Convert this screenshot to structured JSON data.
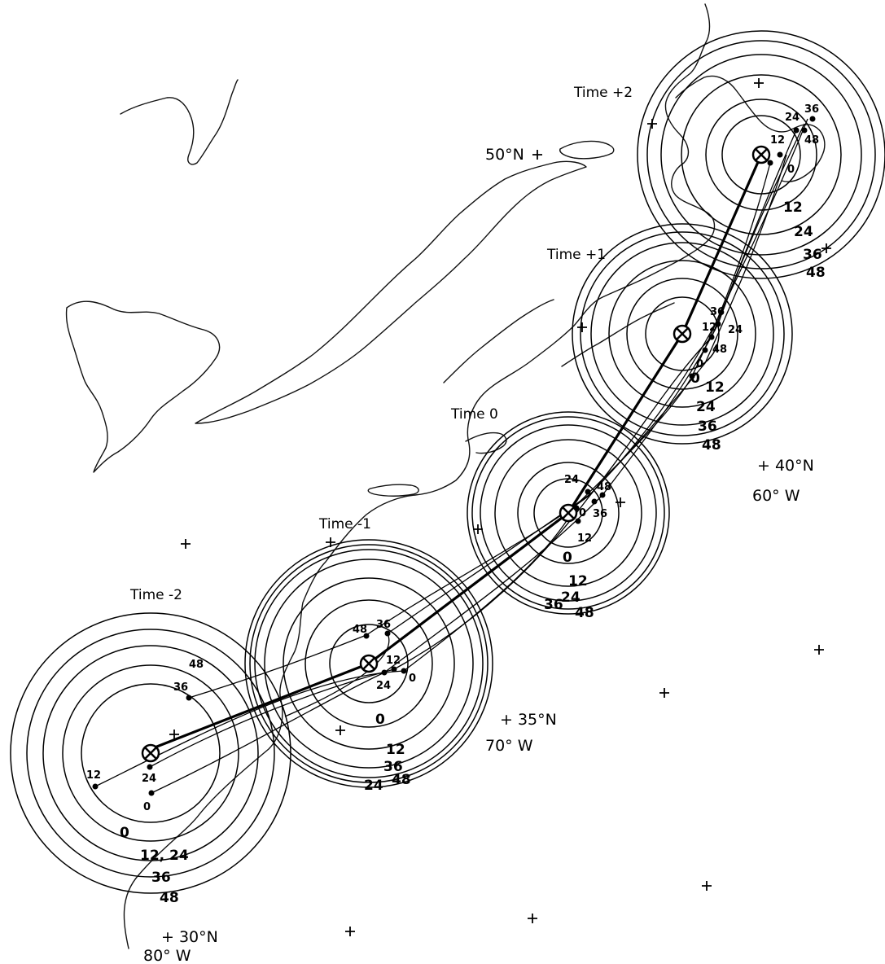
{
  "map": {
    "time_labels": [
      "Time +2",
      "Time +1",
      "Time  0",
      "Time  -1",
      "Time  -2"
    ],
    "grid_labels": [
      "50°N",
      "+ 40°N",
      "60° W",
      "+ 35°N",
      "70° W",
      "+ 30°N",
      "80° W"
    ],
    "ring_labels_time_p2": [
      "12",
      "24",
      "36",
      "48"
    ],
    "ring_labels_time_p1": [
      "0",
      "12",
      "24",
      "36",
      "48"
    ],
    "ring_labels_time_0": [
      "0",
      "12",
      "24",
      "36",
      "48"
    ],
    "ring_labels_time_m1": [
      "0",
      "12",
      "36",
      "24",
      "48"
    ],
    "ring_labels_time_m2": [
      "0",
      "12, 24",
      "36",
      "48"
    ],
    "point_labels_time_p2": [
      "24",
      "36",
      "12",
      "48",
      "0"
    ],
    "point_labels_time_p1": [
      "36",
      "12",
      "24",
      "48",
      "0"
    ],
    "point_labels_time_0": [
      "24",
      "48",
      "0",
      "36",
      "12"
    ],
    "point_labels_time_m1": [
      "48",
      "36",
      "12",
      "0",
      "24"
    ],
    "point_labels_time_m2": [
      "48",
      "36",
      "12",
      "24",
      "0"
    ]
  }
}
